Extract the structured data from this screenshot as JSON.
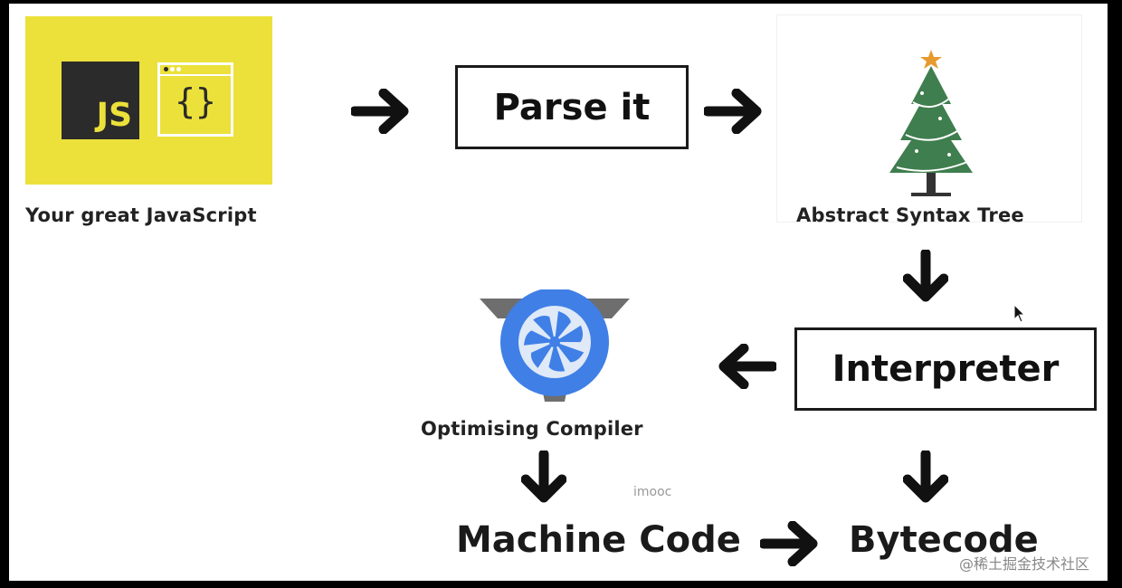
{
  "diagram": {
    "js_source": {
      "logo_text": "JS",
      "braces": "{}",
      "caption": "Your great JavaScript"
    },
    "parse_box": {
      "label": "Parse it"
    },
    "ast": {
      "caption": "Abstract Syntax Tree"
    },
    "interpreter_box": {
      "label": "Interpreter"
    },
    "compiler": {
      "caption": "Optimising Compiler"
    },
    "machine_code": {
      "label": "Machine Code"
    },
    "bytecode": {
      "label": "Bytecode"
    },
    "watermark_center": "imooc",
    "watermark_corner": "@稀土掘金技术社区"
  },
  "colors": {
    "js_yellow": "#ece13a",
    "js_dark": "#2b2b2b",
    "tree_green": "#3f7e4e",
    "star_orange": "#e79a2d",
    "turbo_blue": "#3f7fe6",
    "turbo_gray": "#6e6e6e"
  }
}
